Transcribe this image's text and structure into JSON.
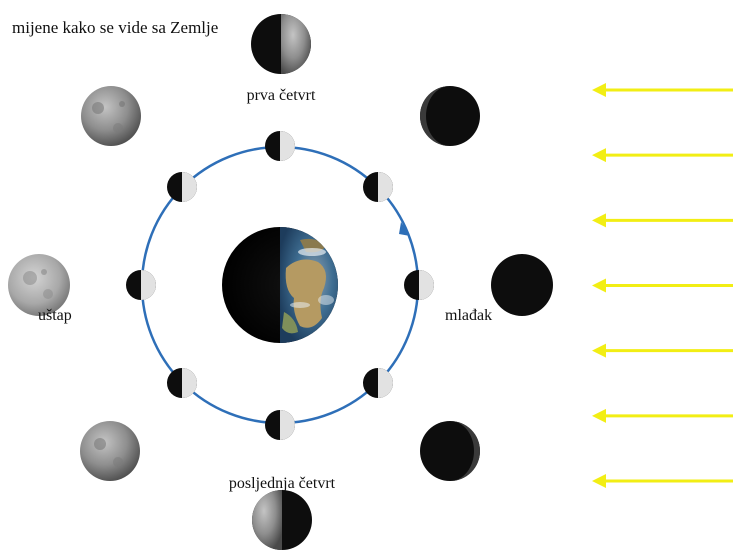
{
  "labels": {
    "title": "mijene kako se vide sa Zemlje",
    "first_quarter": "prva četvrt",
    "full_moon": "uštap",
    "new_moon": "mlađak",
    "last_quarter": "posljednja četvrt"
  },
  "colors": {
    "orbit": "#2e6fb8",
    "sun_rays": "#f2ee14",
    "moon_dark": "#0d0d0d",
    "moon_lit": "#e2e2e2",
    "moon_surface": "#9a9a9a",
    "earth_ocean": "#2c5d8c",
    "earth_land": "#b59a62"
  },
  "sun_ray_count": 7
}
